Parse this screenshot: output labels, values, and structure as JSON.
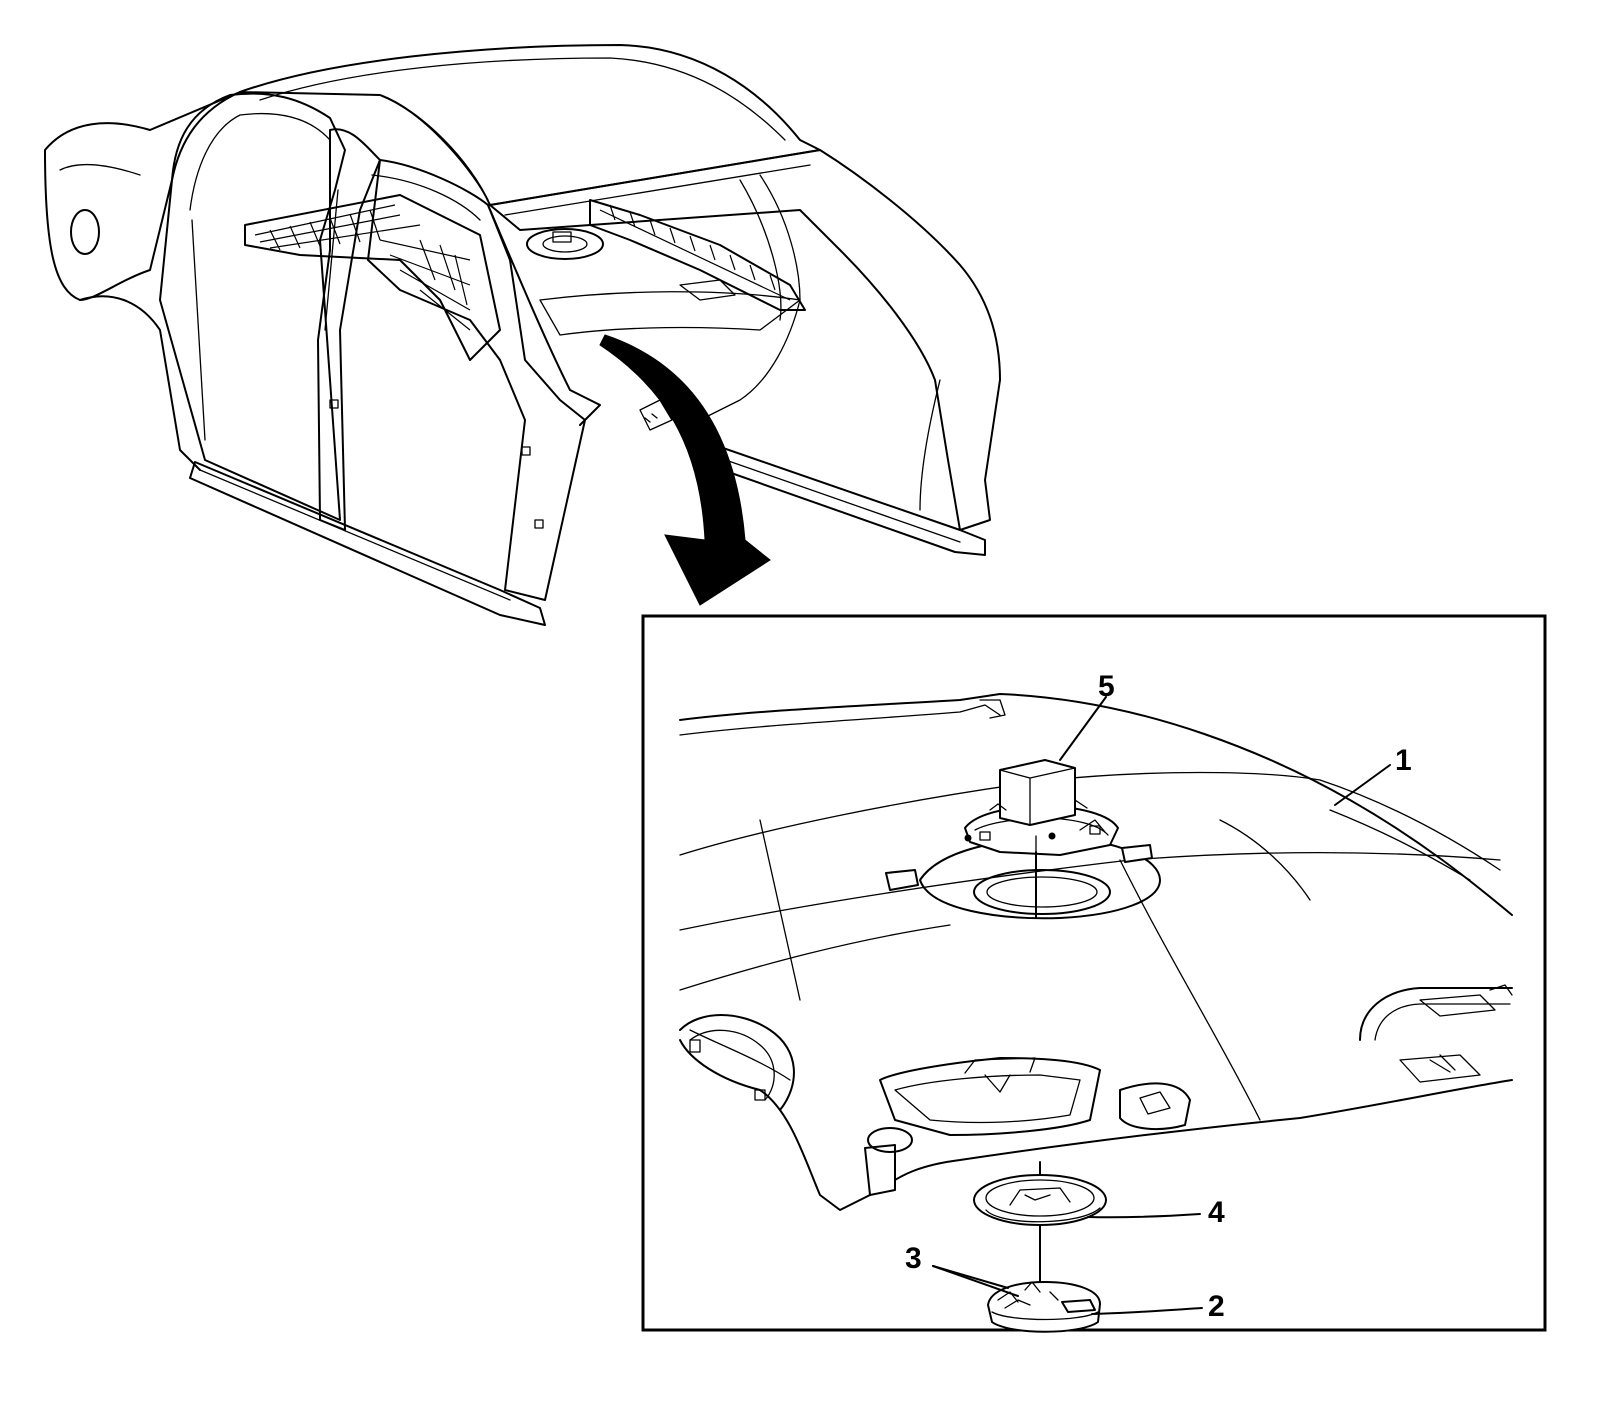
{
  "figure": {
    "callouts": [
      {
        "id": "c1",
        "label": "1"
      },
      {
        "id": "c2",
        "label": "2"
      },
      {
        "id": "c3",
        "label": "3"
      },
      {
        "id": "c4",
        "label": "4"
      },
      {
        "id": "c5",
        "label": "5"
      }
    ]
  }
}
